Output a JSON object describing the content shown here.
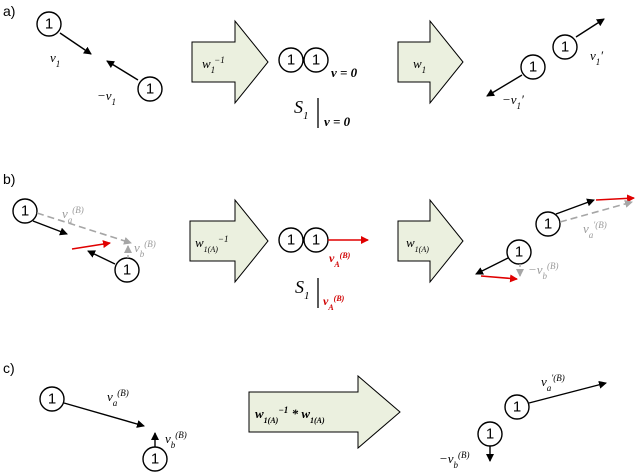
{
  "panels": {
    "a": "a)",
    "b": "b)",
    "c": "c)"
  },
  "particle": "1",
  "a": {
    "v1": "v",
    "v1_sub": "1",
    "neg_v1": "−v",
    "neg_v1_sub": "1",
    "op_inv": "w",
    "op_inv_sub": "1",
    "op_inv_sup": "−1",
    "op": "w",
    "op_sub": "1",
    "v_zero": "v = 0",
    "s1": "S",
    "s1_sub": "1",
    "s1_cond": "v = 0",
    "v1p": "v",
    "v1p_sub": "1",
    "v1p_prime": "′",
    "neg_v1p": "−v",
    "neg_v1p_sub": "1",
    "neg_v1p_prime": "′"
  },
  "b": {
    "va": "v",
    "va_sub": "a",
    "va_sup": "(B)",
    "vb": "v",
    "vb_sub": "b",
    "vb_sup": "(B)",
    "op_inv": "w",
    "op_inv_sub": "1(A)",
    "op_inv_sup": "−1",
    "op": "w",
    "op_sub": "1(A)",
    "vA": "v",
    "vA_sub": "A",
    "vA_sup": "(B)",
    "s1": "S",
    "s1_sub": "1",
    "s1_cond": "v",
    "s1_cond_sub": "A",
    "s1_cond_sup": "(B)",
    "vap": "v",
    "vap_sub": "a",
    "vap_sup": "′(B)",
    "neg_vb": "−v",
    "neg_vb_sub": "b",
    "neg_vb_sup": "(B)"
  },
  "c": {
    "va": "v",
    "va_sub": "a",
    "va_sup": "(B)",
    "vb": "v",
    "vb_sub": "b",
    "vb_sup": "(B)",
    "op1": "w",
    "op1_sub": "1(A)",
    "op1_sup": "−1",
    "op_star": " * ",
    "op2": "w",
    "op2_sub": "1(A)",
    "vap": "v",
    "vap_sub": "a",
    "vap_sup": "′(B)",
    "neg_vb": "−v",
    "neg_vb_sub": "b",
    "neg_vb_sup": "(B)"
  },
  "colors": {
    "arrow_fill": "#ebf0df",
    "red": "#e00000",
    "gray": "#a6a6a6"
  }
}
